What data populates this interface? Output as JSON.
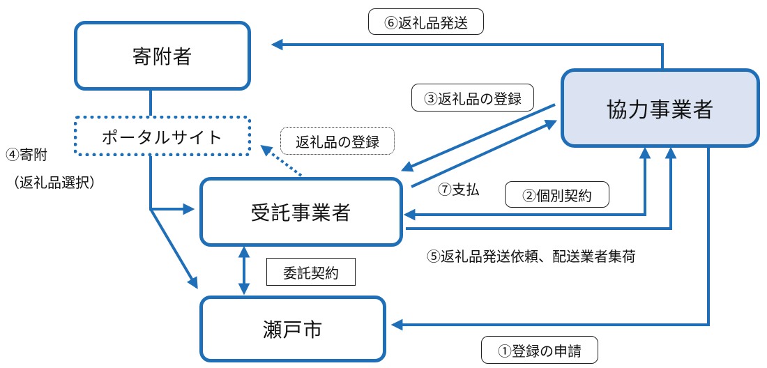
{
  "nodes": {
    "donor": "寄附者",
    "portal": "ポータルサイト",
    "contractor": "受託事業者",
    "partner": "協力事業者",
    "city": "瀬戸市"
  },
  "labels": {
    "step6": "⑥返礼品発送",
    "step3": "③返礼品の登録",
    "portal_register": "返礼品の登録",
    "step4_line1": "④寄附",
    "step4_line2": "（返礼品選択）",
    "step7": "⑦支払",
    "step2": "②個別契約",
    "step5": "⑤返礼品発送依頼、配送業者集荷",
    "commission": "委託契約",
    "step1": "①登録の申請"
  },
  "colors": {
    "node_border": "#1f6fb8",
    "partner_fill": "#dbe3f2",
    "arrow": "#1f6fb8"
  }
}
